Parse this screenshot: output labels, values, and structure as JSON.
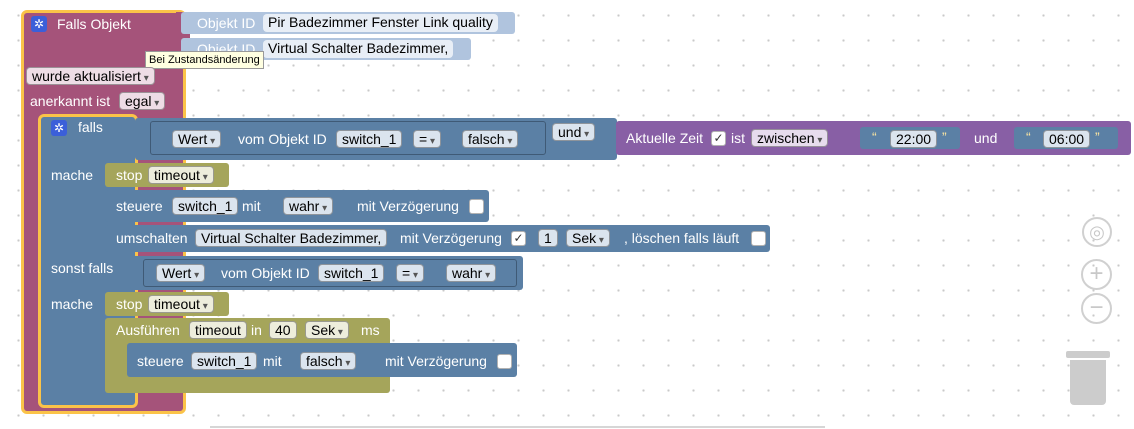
{
  "trigger": {
    "title": "Falls Objekt",
    "object_label": "Objekt ID",
    "objects": [
      "Pir Badezimmer Fenster Link quality",
      "Virtual Schalter Badezimmer,"
    ],
    "tooltip": "Bei Zustandsänderung",
    "updated_value": "wurde aktualisiert",
    "ack_label": "anerkannt ist",
    "ack_value": "egal"
  },
  "if_block": {
    "if_label": "falls",
    "condition1": {
      "value_dd": "Wert",
      "from_object_label": "vom Objekt ID",
      "object": "switch_1",
      "op": "=",
      "compare": "falsch"
    },
    "and_op": "und",
    "time": {
      "label": "Aktuelle Zeit",
      "checked": "✓",
      "ist": "ist",
      "mode": "zwischen",
      "from": "22:00",
      "and": "und",
      "to": "06:00",
      "quote_open": "“",
      "quote_close": "”"
    },
    "do_label": "mache",
    "do1": {
      "stop_label": "stop",
      "stop_value": "timeout",
      "control_label": "steuere",
      "control_object": "switch_1",
      "mit": "mit",
      "control_value": "wahr",
      "delay_label": "mit Verzögerung",
      "toggle_label": "umschalten",
      "toggle_object": "Virtual Schalter Badezimmer,",
      "toggle_delay_label": "mit Verzögerung",
      "toggle_delay_checked": "✓",
      "toggle_delay_value": "1",
      "toggle_unit": "Sek",
      "clear_label": ", löschen falls läuft"
    },
    "elseif_label": "sonst falls",
    "condition2": {
      "value_dd": "Wert",
      "from_object_label": "vom Objekt ID",
      "object": "switch_1",
      "op": "=",
      "compare": "wahr"
    },
    "do2": {
      "stop_label": "stop",
      "stop_value": "timeout",
      "exec_label": "Ausführen",
      "exec_name": "timeout",
      "in_label": "in",
      "in_value": "40",
      "in_unit": "Sek",
      "ms_label": "ms",
      "control_label": "steuere",
      "control_object": "switch_1",
      "mit": "mit",
      "control_value": "falsch",
      "delay_label": "mit Verzögerung"
    }
  },
  "controls": {
    "target_icon": "◎",
    "zoom_in": "+",
    "zoom_out": "−"
  },
  "colors": {
    "event": "#a5537a",
    "logic": "#5b80a5",
    "time": "#885fa5",
    "timeout": "#a5a55b",
    "selected": "#fbc348"
  }
}
